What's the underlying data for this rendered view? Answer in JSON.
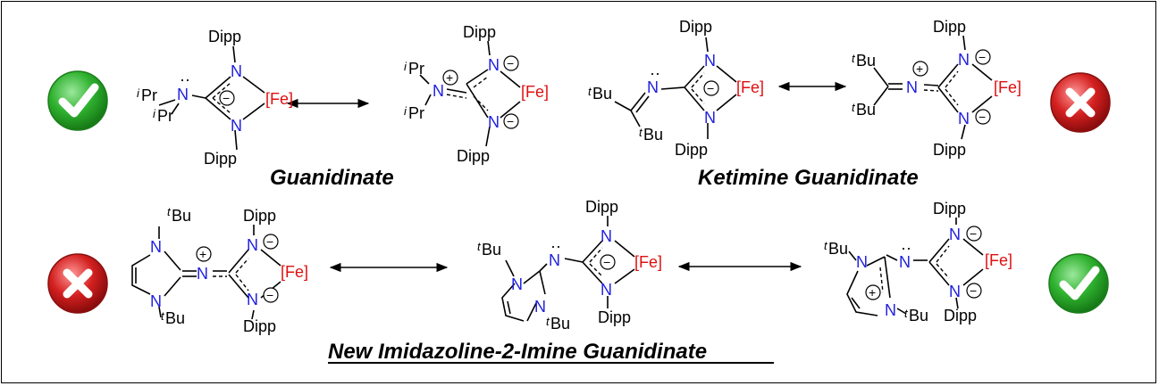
{
  "labels": {
    "dipp": "Dipp",
    "n": "N",
    "fe": "[Fe]",
    "ipr_sup": "i",
    "pr": "Pr",
    "tbu_sup": "t",
    "bu": "Bu",
    "plus": "+",
    "minus": "−"
  },
  "titles": {
    "guanidinate": "Guanidinate",
    "ketimine": "Ketimine Guanidinate",
    "imidazoline": "New Imidazoline-2-Imine Guanidinate"
  },
  "status_colors": {
    "check": "#2fb12f",
    "cross": "#d42020",
    "nitrogen": "#1f1fe0",
    "iron": "#e01010"
  }
}
